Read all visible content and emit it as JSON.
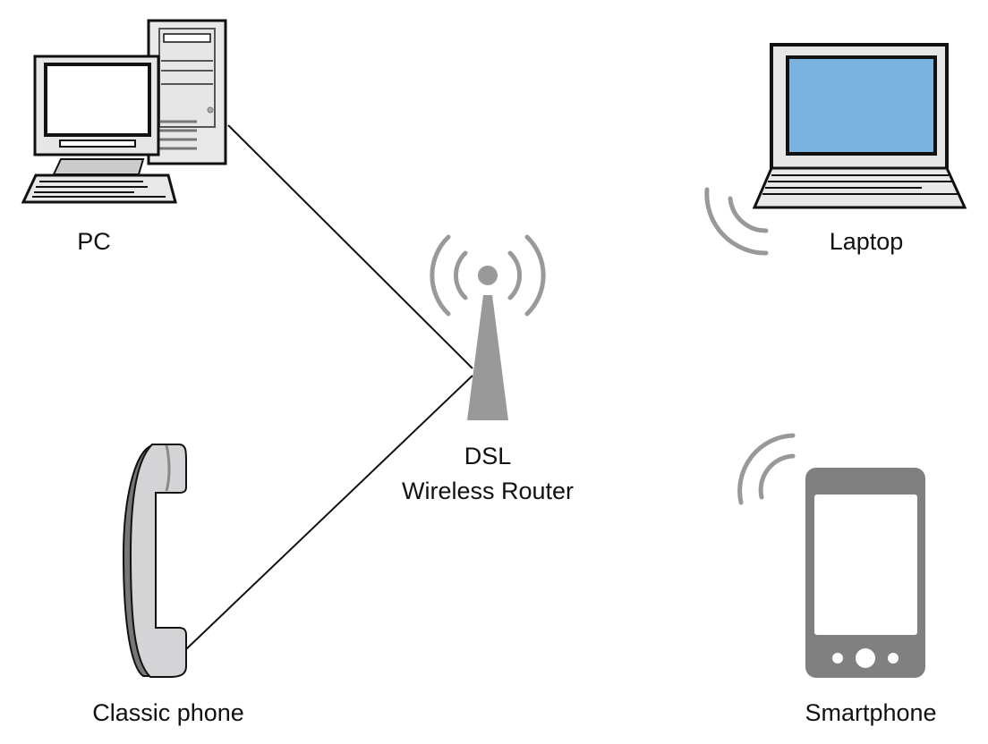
{
  "nodes": {
    "pc": {
      "label": "PC",
      "icon": "desktop-computer-icon"
    },
    "laptop": {
      "label": "Laptop",
      "icon": "laptop-icon",
      "screen_color": "#7ab3e0"
    },
    "router": {
      "label_line1": "DSL",
      "label_line2": "Wireless Router",
      "icon": "wireless-tower-icon"
    },
    "classic_phone": {
      "label": "Classic phone",
      "icon": "phone-handset-icon"
    },
    "smartphone": {
      "label": "Smartphone",
      "icon": "smartphone-icon"
    }
  },
  "connections": [
    {
      "from": "PC",
      "to": "DSL Wireless Router",
      "type": "wired"
    },
    {
      "from": "Classic phone",
      "to": "DSL Wireless Router",
      "type": "wired"
    },
    {
      "from": "Laptop",
      "to": "DSL Wireless Router",
      "type": "wireless"
    },
    {
      "from": "Smartphone",
      "to": "DSL Wireless Router",
      "type": "wireless"
    }
  ],
  "colors": {
    "wireless_gray": "#999999",
    "device_gray": "#808080",
    "laptop_screen": "#7ab3e0"
  }
}
